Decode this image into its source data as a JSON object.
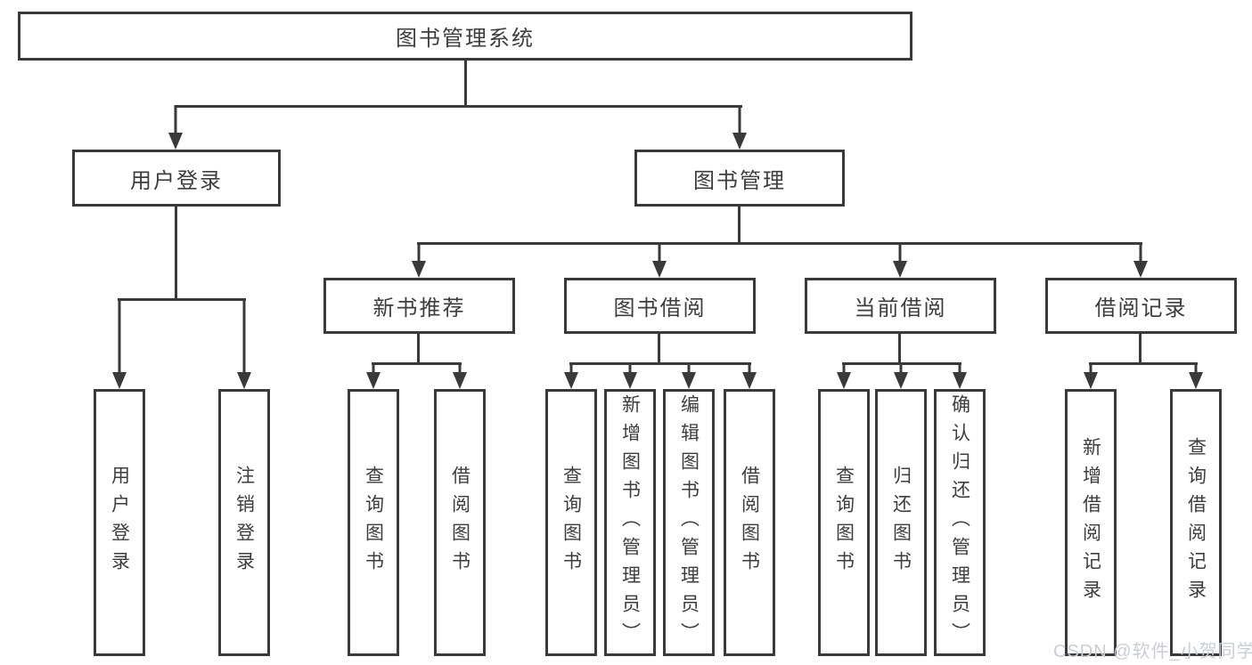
{
  "tree": {
    "root": "图书管理系统",
    "branches": [
      {
        "label": "用户登录",
        "children": [
          "用户登录",
          "注销登录"
        ]
      },
      {
        "label": "图书管理",
        "children": [
          {
            "label": "新书推荐",
            "children": [
              "查询图书",
              "借阅图书"
            ]
          },
          {
            "label": "图书借阅",
            "children": [
              "查询图书",
              "新增图书（管理员）",
              "编辑图书（管理员）",
              "借阅图书"
            ]
          },
          {
            "label": "当前借阅",
            "children": [
              "查询图书",
              "归还图书",
              "确认归还（管理员）"
            ]
          },
          {
            "label": "借阅记录",
            "children": [
              "新增借阅记录",
              "查询借阅记录"
            ]
          }
        ]
      }
    ]
  },
  "watermark": "CSDN @软件_小贺同学",
  "colors": {
    "line": "#3a3a3a",
    "text": "#3d3d3d",
    "watermark": "#c9ced6",
    "background": "#ffffff"
  }
}
